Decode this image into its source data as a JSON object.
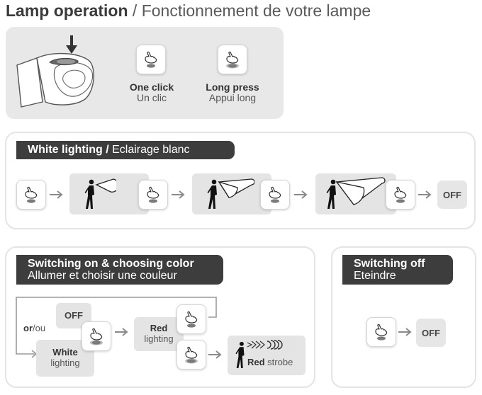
{
  "title": {
    "bold": "Lamp operation",
    "sep": " / ",
    "light": "Fonctionnement de votre lampe"
  },
  "legend": {
    "one_click_en": "One click",
    "one_click_fr": "Un clic",
    "long_press_en": "Long press",
    "long_press_fr": "Appui long"
  },
  "white": {
    "header_en": "White lighting",
    "header_sep": " / ",
    "header_fr": "Eclairage blanc",
    "off": "OFF"
  },
  "switch_on": {
    "header_en": "Switching on & choosing color",
    "header_fr": "Allumer et choisir une couleur",
    "or_bold": "or",
    "or_rest": "/ou",
    "off": "OFF",
    "white_bold": "White",
    "white_rest": "lighting",
    "red_bold": "Red",
    "red_rest": "lighting",
    "strobe_bold": "Red",
    "strobe_rest": " strobe"
  },
  "switch_off": {
    "header_en": "Switching off",
    "header_fr": "Eteindre",
    "off": "OFF"
  },
  "colors": {
    "header_bg": "#3d3d3d",
    "panel_bg": "#e8e8e8",
    "border": "#e4e4e4"
  },
  "icons": [
    "press-icon",
    "long-press-icon",
    "walker-icon",
    "headlamp-icon",
    "strobe-icon",
    "arrow-icon"
  ]
}
